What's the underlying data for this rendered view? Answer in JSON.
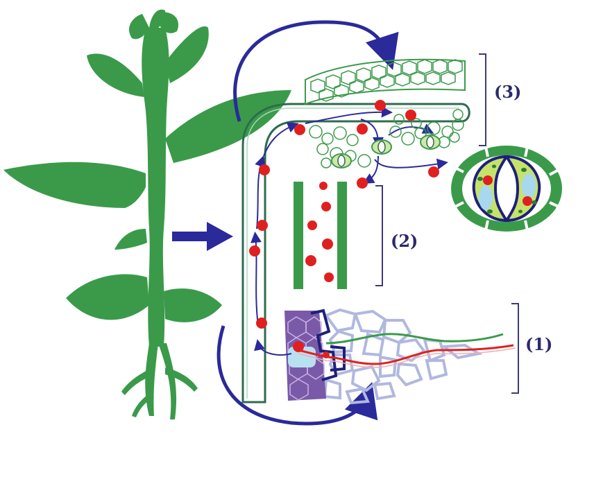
{
  "labels": {
    "roots": "(1)",
    "stem": "(2)",
    "leaf": "(3)"
  },
  "colors": {
    "plant_green": "#3a9a4a",
    "arrow_blue": "#2a2a9a",
    "water_red": "#e02020",
    "xylem_outline": "#2f6b4f",
    "root_hair_outline": "#b0b8e0",
    "root_cortex_purple": "#7a5aa8",
    "root_cell_fill": "#b8e0f0",
    "leaf_cell_outline": "#3a9a4a",
    "guard_cell_blue": "#a8d8f0"
  },
  "icons": {
    "plant": "plant-silhouette-icon",
    "leaf_cross_section": "leaf-tissue-icon",
    "stem_section": "stem-section-icon",
    "root_section": "root-tissue-icon",
    "stomata": "stoma-icon",
    "water_molecule": "water-droplet-icon"
  }
}
